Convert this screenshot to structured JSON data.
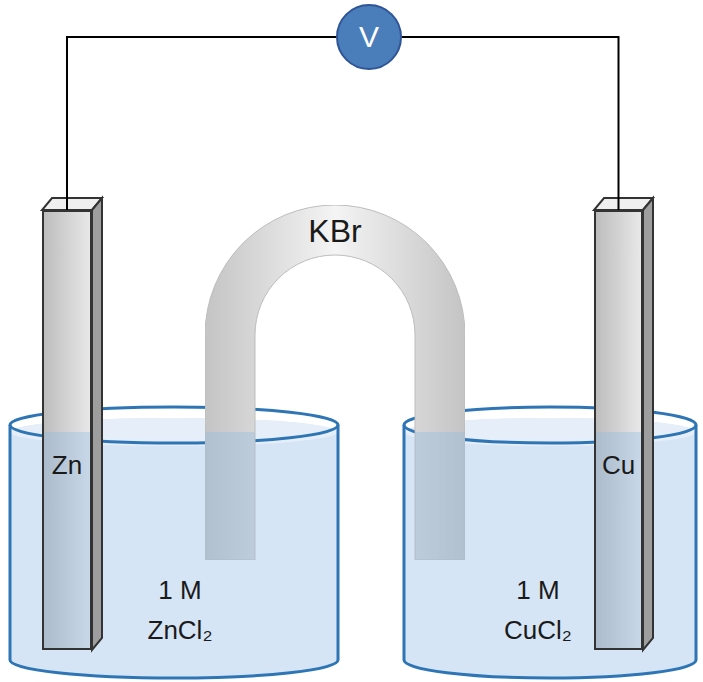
{
  "diagram": {
    "nodes": [
      {
        "text": [
          "V"
        ]
      },
      {
        "text": [
          "Zn"
        ]
      },
      {
        "text": [
          "KBr"
        ]
      },
      {
        "text": [
          "Cu"
        ]
      }
    ],
    "edges": [
      {
        "from": 0,
        "to": 1,
        "arrow": "none"
      },
      {
        "from": 0,
        "to": 3,
        "arrow": "none"
      }
    ],
    "labels": [
      "1 M ZnCl₂",
      "1 M CuCl₂"
    ]
  }
}
